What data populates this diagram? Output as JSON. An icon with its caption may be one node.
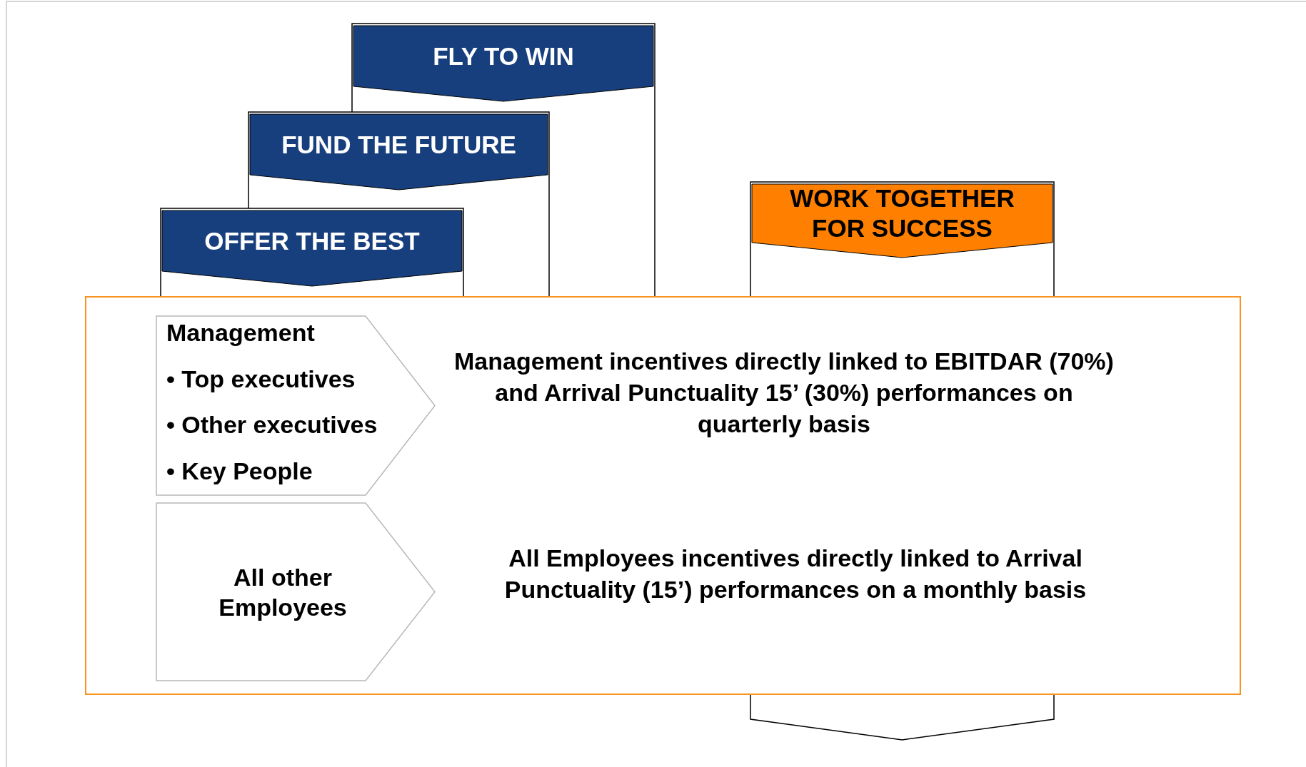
{
  "diagram": {
    "nodes": [
      {
        "text": [
          "FLY TO WIN"
        ]
      },
      {
        "text": [
          "FUND THE FUTURE"
        ]
      },
      {
        "text": [
          "OFFER THE BEST"
        ]
      },
      {
        "text": [
          "WORK TOGETHER FOR SUCCESS"
        ]
      },
      {
        "text": [],
        "shape": "box"
      },
      {
        "text": [
          "Management",
          "• Top executives",
          "• Other executives",
          "• Key People"
        ],
        "in": 4
      },
      {
        "text": [
          "All other Employees"
        ],
        "in": 4
      }
    ],
    "labels": [
      "Management incentives directly linked to EBITDAR (70%) and Arrival Punctuality 15’ (30%) performances on quarterly basis",
      "All Employees incentives directly linked to Arrival Punctuality (15’) performances on a monthly basis"
    ]
  }
}
